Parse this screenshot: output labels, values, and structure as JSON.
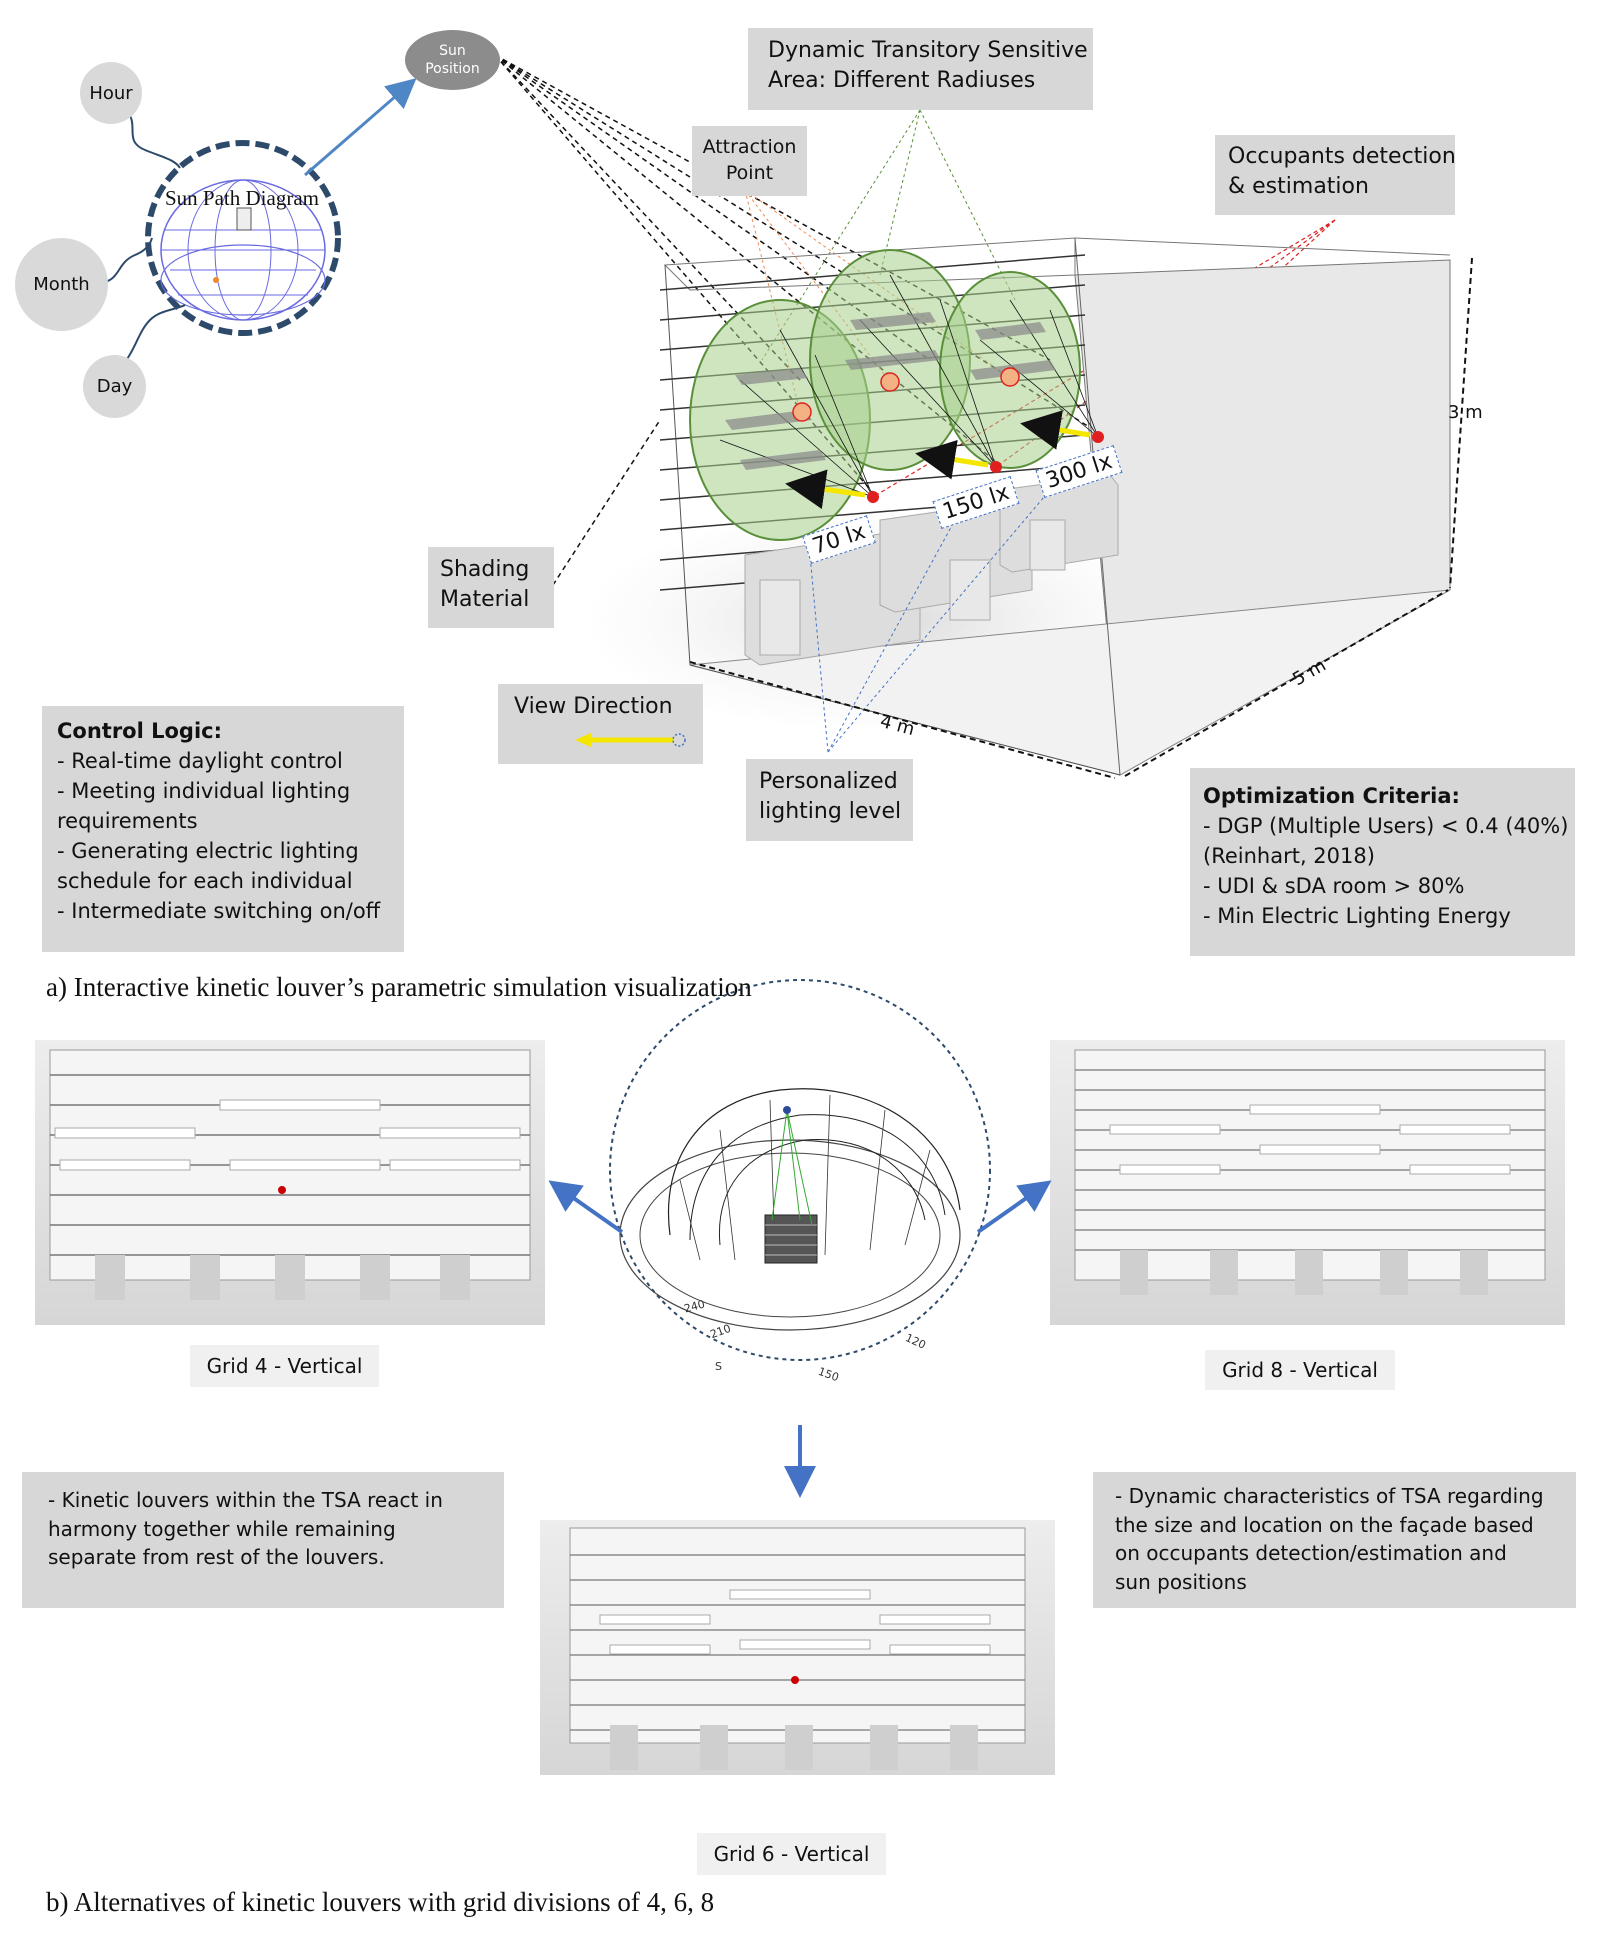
{
  "panel_a": {
    "caption": "a) Interactive kinetic louver’s parametric simulation visualization",
    "time_inputs": {
      "hour": "Hour",
      "month": "Month",
      "day": "Day"
    },
    "sun_path_label": "Sun Path Diagram",
    "sun_position_label": [
      "Sun",
      "Position"
    ],
    "callouts": {
      "tsa": [
        "Dynamic Transitory Sensitive",
        "Area: Different Radiuses"
      ],
      "attraction_point": [
        "Attraction",
        "Point"
      ],
      "occupants": [
        "Occupants detection",
        "& estimation"
      ],
      "shading_material": [
        "Shading",
        "Material"
      ],
      "view_direction": "View Direction",
      "personalized_lighting": [
        "Personalized",
        "lighting level"
      ]
    },
    "lux_labels": [
      "70 lx",
      "150 lx",
      "300 lx"
    ],
    "dimensions": {
      "height": "3 m",
      "width": "4 m",
      "depth": "5 m"
    },
    "control_logic": {
      "title": "Control Logic:",
      "lines": [
        "- Real-time daylight control",
        "- Meeting individual lighting",
        "requirements",
        "- Generating electric lighting",
        "schedule for each individual",
        "- Intermediate switching on/off"
      ]
    },
    "optimization": {
      "title": "Optimization Criteria:",
      "lines": [
        "- DGP (Multiple Users) < 0.4 (40%)",
        "(Reinhart, 2018)",
        "- UDI & sDA room > 80%",
        "- Min Electric Lighting Energy"
      ]
    }
  },
  "panel_b": {
    "caption": "b) Alternatives of kinetic louvers with grid divisions of 4, 6, 8",
    "grid_labels": {
      "grid4": "Grid 4 - Vertical",
      "grid8": "Grid 8 - Vertical",
      "grid6": "Grid 6 - Vertical"
    },
    "compass_labels": [
      "240",
      "210",
      "S",
      "150",
      "120"
    ],
    "note_left": [
      "- Kinetic louvers within the TSA react in",
      "harmony together while remaining",
      "separate from rest of the louvers."
    ],
    "note_right": [
      "- Dynamic characteristics of TSA regarding",
      "the size and location on the façade based",
      "on occupants detection/estimation and",
      "sun positions"
    ]
  },
  "colors": {
    "callout_bg": "#d7d7d7",
    "tsa_fill": "#a8d08d",
    "tsa_stroke": "#5a8f3a",
    "attraction_point": "#f4b183",
    "sensor": "#e02020",
    "view_arrow": "#f5e600",
    "arrow_blue": "#4472c4",
    "sunpath_ring": "#2e4a6b"
  },
  "icons": [
    "sun-path-diagram-icon",
    "view-direction-arrow-icon",
    "sun-position-icon"
  ]
}
